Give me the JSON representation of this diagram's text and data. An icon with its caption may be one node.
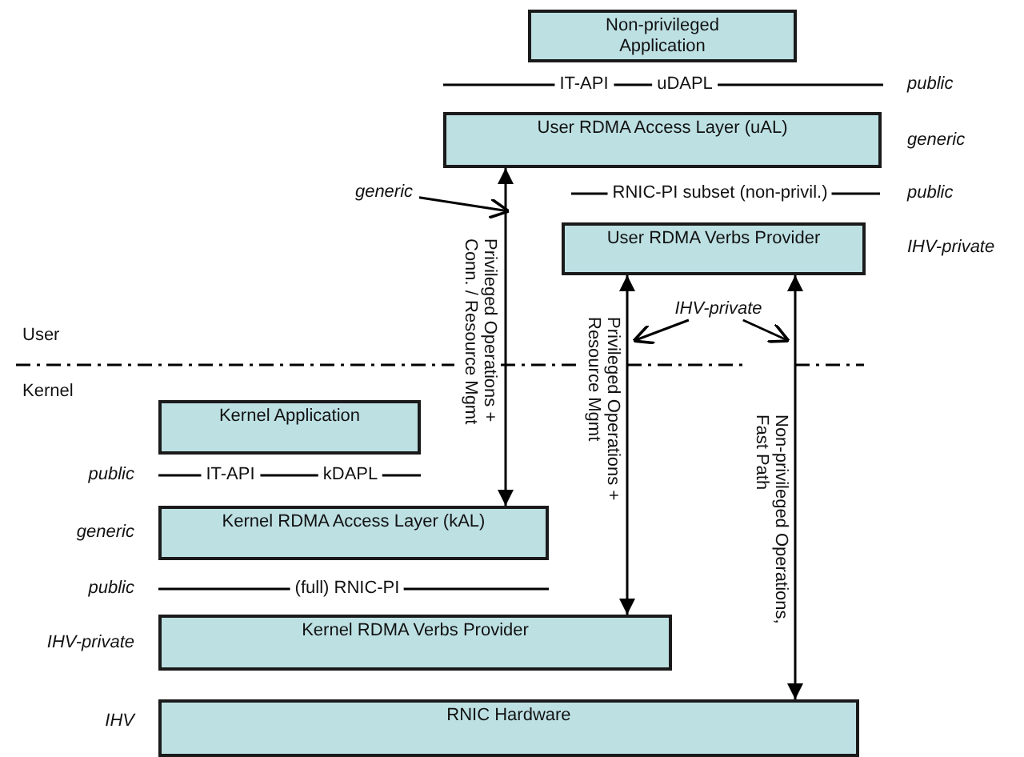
{
  "diagram": {
    "nodes": [
      {
        "text": [
          "Non-privileged Application"
        ]
      },
      {
        "text": [
          "User RDMA Access Layer (uAL)"
        ]
      },
      {
        "text": [
          "User RDMA Verbs Provider"
        ]
      },
      {
        "text": [
          "Kernel Application"
        ]
      },
      {
        "text": [
          "Kernel RDMA Access Layer (kAL)"
        ]
      },
      {
        "text": [
          "Kernel RDMA Verbs Provider"
        ]
      },
      {
        "text": [
          "RNIC Hardware"
        ]
      },
      {
        "text": [
          "generic"
        ]
      },
      {
        "text": [
          "IHV-private"
        ]
      }
    ],
    "edges": [
      {
        "from": 1,
        "to": 4,
        "arrow": "both",
        "label": "Privileged Operations + Conn. / Resource Mgmt"
      },
      {
        "from": 2,
        "to": 5,
        "arrow": "both",
        "label": "Privileged Operations + Resource Mgmt"
      },
      {
        "from": 2,
        "to": 6,
        "arrow": "both",
        "label": "Non-privileged Operations, Fast Path"
      },
      {
        "from": 7,
        "to": null,
        "arrow": "to"
      },
      {
        "from": 8,
        "to": null,
        "arrow": "to"
      },
      {
        "from": 8,
        "to": null,
        "arrow": "to"
      }
    ],
    "labels": [
      "IT-API",
      "uDAPL",
      "public",
      "generic",
      "RNIC-PI subset (non-privil.)",
      "public",
      "IHV-private",
      "User",
      "Kernel",
      "public",
      "IT-API",
      "kDAPL",
      "generic",
      "public",
      "(full) RNIC-PI",
      "IHV-private",
      "IHV"
    ]
  }
}
